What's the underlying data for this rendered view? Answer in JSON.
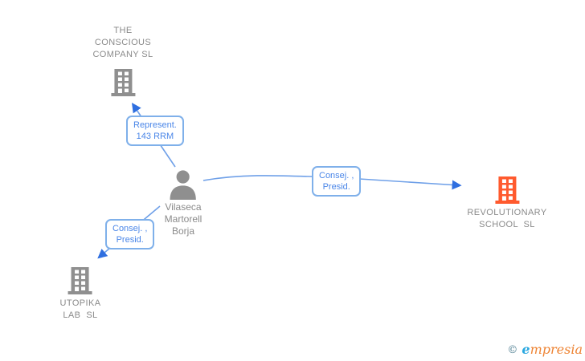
{
  "person": {
    "name": "Vilaseca\nMartorell\nBorja",
    "icon_color": "#8f8f8f"
  },
  "companies": [
    {
      "id": "conscious",
      "name": "THE\nCONSCIOUS\nCOMPANY SL",
      "icon_color": "#8f8f8f"
    },
    {
      "id": "revolutionary",
      "name": "REVOLUTIONARY\nSCHOOL  SL",
      "icon_color": "#ff5a2e"
    },
    {
      "id": "utopika",
      "name": "UTOPIKA\nLAB  SL",
      "icon_color": "#8f8f8f"
    }
  ],
  "relations": [
    {
      "from": "person",
      "to": "conscious",
      "label": "Represent.\n143 RRM"
    },
    {
      "from": "person",
      "to": "revolutionary",
      "label": "Consej. ,\nPresid."
    },
    {
      "from": "person",
      "to": "utopika",
      "label": "Consej. ,\nPresid."
    }
  ],
  "watermark": {
    "copyright": "©",
    "brand_initial": "e",
    "brand_rest": "mpresia"
  },
  "colors": {
    "node_gray": "#8f8f8f",
    "text_gray": "#8a8a8a",
    "accent_orange": "#ff5a2e",
    "edge_blue": "#6fa0e8",
    "arrow_blue": "#2f6fe0",
    "label_border_blue": "#7fb0ea",
    "label_text_blue": "#4a86e8",
    "watermark_teal": "#4f7f92",
    "watermark_blue": "#2aa8e0",
    "watermark_orange": "#ee8434"
  }
}
